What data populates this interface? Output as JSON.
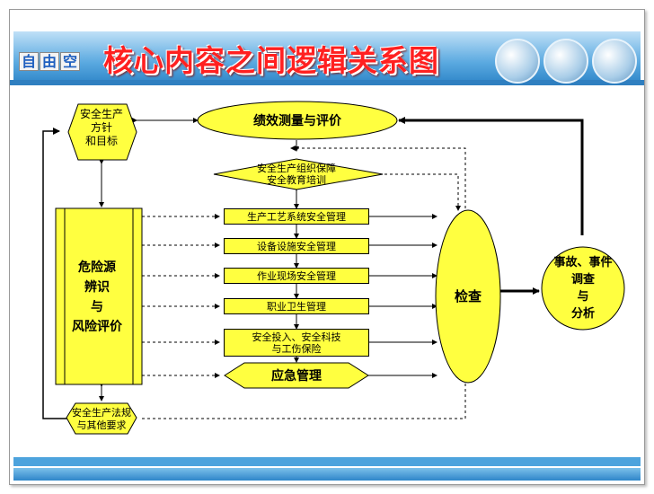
{
  "header": {
    "logo_chars": [
      "自",
      "由",
      "空"
    ],
    "title": "核心内容之间逻辑关系图"
  },
  "nodes": {
    "policy": "安全生产方针和目标",
    "policy_lines": [
      "安全生产",
      "方针",
      "和目标"
    ],
    "performance": "绩效测量与评价",
    "org": [
      "安全生产组织保障",
      "安全教育培训"
    ],
    "hazard": [
      "危险源",
      "辨识",
      "与",
      "风险评价"
    ],
    "process": "生产工艺系统安全管理",
    "equipment": "设备设施安全管理",
    "site": "作业现场安全管理",
    "health": "职业卫生管理",
    "invest": [
      "安全投入、安全科技",
      "与工伤保险"
    ],
    "emergency": "应急管理",
    "inspection": "检查",
    "accident": [
      "事故、事件",
      "调查",
      "与",
      "分析"
    ],
    "laws": [
      "安全生产法规",
      "与其他要求"
    ]
  },
  "colors": {
    "fill": "#ffff40",
    "stroke": "#000000",
    "title": "#ff2020",
    "header": "#2f86c9"
  }
}
